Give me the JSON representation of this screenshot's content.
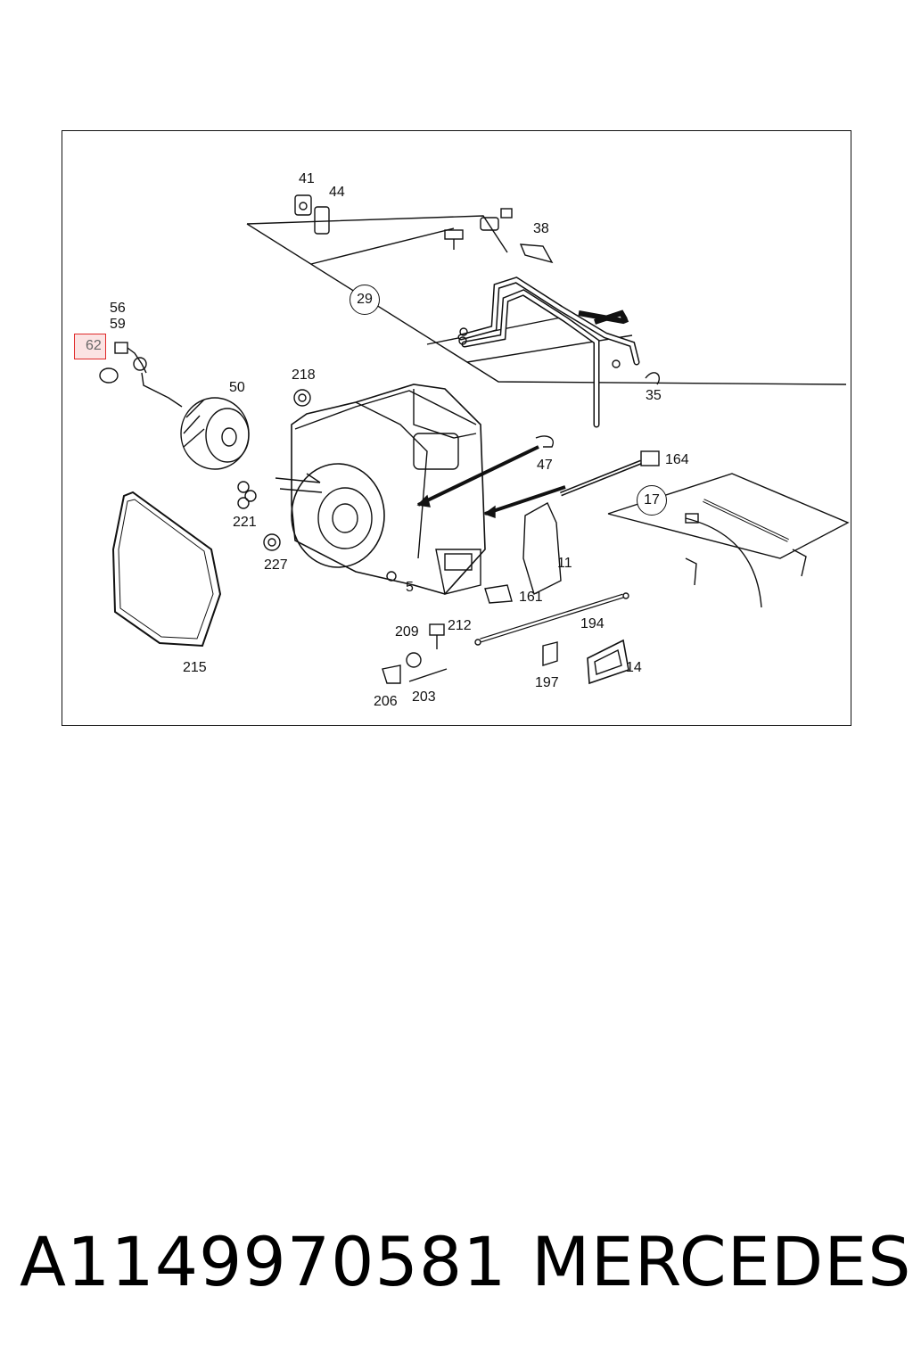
{
  "diagram": {
    "callouts": {
      "c41": "41",
      "c44": "44",
      "c38": "38",
      "c29": "29",
      "c56": "56",
      "c59": "59",
      "c62": "62",
      "c50": "50",
      "c218": "218",
      "c35": "35",
      "c47": "47",
      "c164": "164",
      "c17": "17",
      "c221": "221",
      "c227": "227",
      "c11": "11",
      "c5": "5",
      "c161": "161",
      "c194": "194",
      "c209": "209",
      "c212": "212",
      "c215": "215",
      "c206": "206",
      "c203": "203",
      "c197": "197",
      "c14": "14"
    },
    "highlight_color": "#e02a2a"
  },
  "footer": {
    "part_number": "A1149970581",
    "brand": "MERCEDES"
  }
}
